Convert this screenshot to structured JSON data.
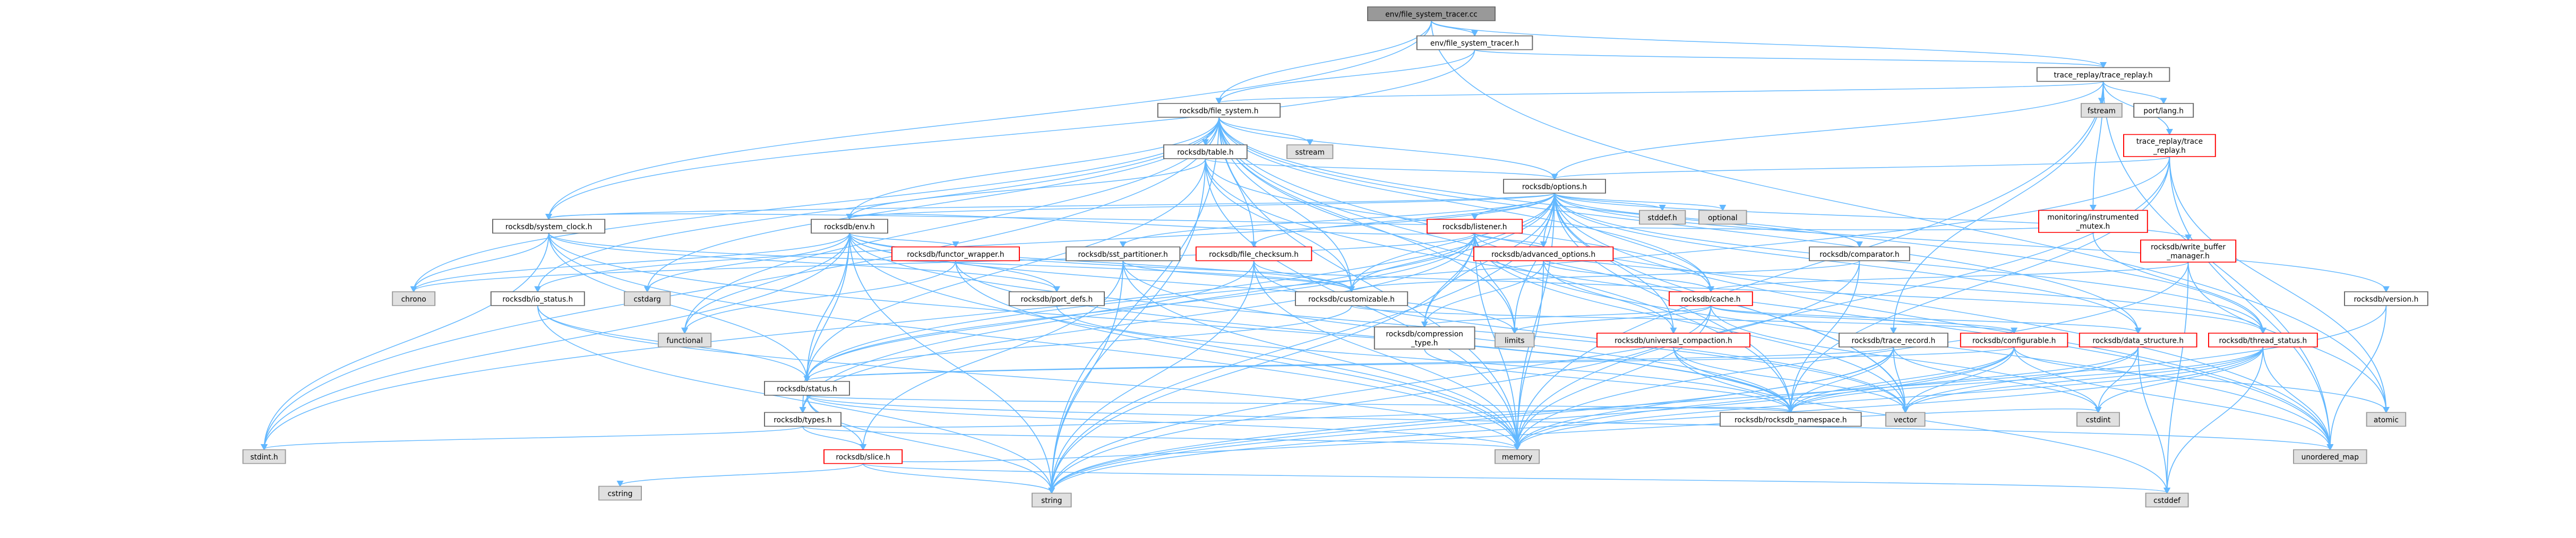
{
  "colors": {
    "edge": "#63b8ff",
    "root_fill": "#999999",
    "normal_fill": "#ffffff",
    "normal_stroke": "#666666",
    "missing_fill": "#e0e0e0",
    "missing_stroke": "#999999",
    "truncated_stroke": "#ff0000"
  },
  "nodes": [
    {
      "id": "root",
      "lines": [
        "env/file_system_tracer.cc"
      ],
      "kind": "root"
    },
    {
      "id": "fst_h",
      "lines": [
        "env/file_system_tracer.h"
      ],
      "kind": "normal"
    },
    {
      "id": "trace_replay",
      "lines": [
        "trace_replay/trace_replay.h"
      ],
      "kind": "normal"
    },
    {
      "id": "fs",
      "lines": [
        "rocksdb/file_system.h"
      ],
      "kind": "normal"
    },
    {
      "id": "fstream",
      "lines": [
        "fstream"
      ],
      "kind": "missing"
    },
    {
      "id": "port_lang",
      "lines": [
        "port/lang.h"
      ],
      "kind": "normal"
    },
    {
      "id": "tr_trace_replay",
      "lines": [
        "trace_replay/trace",
        "_replay.h"
      ],
      "kind": "truncated"
    },
    {
      "id": "sstream",
      "lines": [
        "sstream"
      ],
      "kind": "missing"
    },
    {
      "id": "table",
      "lines": [
        "rocksdb/table.h"
      ],
      "kind": "normal"
    },
    {
      "id": "options",
      "lines": [
        "rocksdb/options.h"
      ],
      "kind": "normal"
    },
    {
      "id": "instrumented",
      "lines": [
        "monitoring/instrumented",
        "_mutex.h"
      ],
      "kind": "truncated"
    },
    {
      "id": "write_buffer",
      "lines": [
        "rocksdb/write_buffer",
        "_manager.h"
      ],
      "kind": "truncated"
    },
    {
      "id": "stddef_h",
      "lines": [
        "stddef.h"
      ],
      "kind": "missing"
    },
    {
      "id": "optional",
      "lines": [
        "optional"
      ],
      "kind": "missing"
    },
    {
      "id": "listener",
      "lines": [
        "rocksdb/listener.h"
      ],
      "kind": "truncated"
    },
    {
      "id": "system_clock",
      "lines": [
        "rocksdb/system_clock.h"
      ],
      "kind": "normal"
    },
    {
      "id": "env",
      "lines": [
        "rocksdb/env.h"
      ],
      "kind": "normal"
    },
    {
      "id": "sst_part",
      "lines": [
        "rocksdb/sst_partitioner.h"
      ],
      "kind": "normal"
    },
    {
      "id": "file_checksum",
      "lines": [
        "rocksdb/file_checksum.h"
      ],
      "kind": "truncated"
    },
    {
      "id": "adv_options",
      "lines": [
        "rocksdb/advanced_options.h"
      ],
      "kind": "truncated"
    },
    {
      "id": "comparator",
      "lines": [
        "rocksdb/comparator.h"
      ],
      "kind": "normal"
    },
    {
      "id": "version",
      "lines": [
        "rocksdb/version.h"
      ],
      "kind": "normal"
    },
    {
      "id": "io_status",
      "lines": [
        "rocksdb/io_status.h"
      ],
      "kind": "normal"
    },
    {
      "id": "chrono",
      "lines": [
        "chrono"
      ],
      "kind": "missing"
    },
    {
      "id": "cstdarg",
      "lines": [
        "cstdarg"
      ],
      "kind": "missing"
    },
    {
      "id": "functor",
      "lines": [
        "rocksdb/functor_wrapper.h"
      ],
      "kind": "truncated"
    },
    {
      "id": "port_defs",
      "lines": [
        "rocksdb/port_defs.h"
      ],
      "kind": "normal"
    },
    {
      "id": "customizable",
      "lines": [
        "rocksdb/customizable.h"
      ],
      "kind": "normal"
    },
    {
      "id": "cache",
      "lines": [
        "rocksdb/cache.h"
      ],
      "kind": "truncated"
    },
    {
      "id": "functional",
      "lines": [
        "functional"
      ],
      "kind": "missing"
    },
    {
      "id": "limits",
      "lines": [
        "limits"
      ],
      "kind": "missing"
    },
    {
      "id": "compression",
      "lines": [
        "rocksdb/compression",
        "_type.h"
      ],
      "kind": "normal"
    },
    {
      "id": "universal",
      "lines": [
        "rocksdb/universal_compaction.h"
      ],
      "kind": "truncated"
    },
    {
      "id": "trace_record",
      "lines": [
        "rocksdb/trace_record.h"
      ],
      "kind": "normal"
    },
    {
      "id": "configurable",
      "lines": [
        "rocksdb/configurable.h"
      ],
      "kind": "truncated"
    },
    {
      "id": "data_structure",
      "lines": [
        "rocksdb/data_structure.h"
      ],
      "kind": "truncated"
    },
    {
      "id": "thread_status",
      "lines": [
        "rocksdb/thread_status.h"
      ],
      "kind": "truncated"
    },
    {
      "id": "status",
      "lines": [
        "rocksdb/status.h"
      ],
      "kind": "normal"
    },
    {
      "id": "types",
      "lines": [
        "rocksdb/types.h"
      ],
      "kind": "normal"
    },
    {
      "id": "rocksdb_ns",
      "lines": [
        "rocksdb/rocksdb_namespace.h"
      ],
      "kind": "normal"
    },
    {
      "id": "vector",
      "lines": [
        "vector"
      ],
      "kind": "missing"
    },
    {
      "id": "cstdint",
      "lines": [
        "cstdint"
      ],
      "kind": "missing"
    },
    {
      "id": "atomic",
      "lines": [
        "atomic"
      ],
      "kind": "missing"
    },
    {
      "id": "stdint",
      "lines": [
        "stdint.h"
      ],
      "kind": "missing"
    },
    {
      "id": "slice",
      "lines": [
        "rocksdb/slice.h"
      ],
      "kind": "truncated"
    },
    {
      "id": "memory",
      "lines": [
        "memory"
      ],
      "kind": "missing"
    },
    {
      "id": "unordered_map",
      "lines": [
        "unordered_map"
      ],
      "kind": "missing"
    },
    {
      "id": "cstring",
      "lines": [
        "cstring"
      ],
      "kind": "missing"
    },
    {
      "id": "string",
      "lines": [
        "string"
      ],
      "kind": "missing"
    },
    {
      "id": "cstddef",
      "lines": [
        "cstddef"
      ],
      "kind": "missing"
    }
  ],
  "edges": [
    [
      "root",
      "fst_h"
    ],
    [
      "root",
      "fs"
    ],
    [
      "root",
      "trace_replay"
    ],
    [
      "root",
      "system_clock"
    ],
    [
      "root",
      "atomic"
    ],
    [
      "fst_h",
      "fs"
    ],
    [
      "fst_h",
      "system_clock"
    ],
    [
      "fst_h",
      "trace_replay"
    ],
    [
      "trace_replay",
      "fs"
    ],
    [
      "trace_replay",
      "fstream"
    ],
    [
      "trace_replay",
      "port_lang"
    ],
    [
      "trace_replay",
      "tr_trace_replay"
    ],
    [
      "trace_replay",
      "options"
    ],
    [
      "trace_replay",
      "instrumented"
    ],
    [
      "trace_replay",
      "trace_record"
    ],
    [
      "trace_replay",
      "unordered_map"
    ],
    [
      "trace_replay",
      "memory"
    ],
    [
      "tr_trace_replay",
      "options"
    ],
    [
      "tr_trace_replay",
      "rocksdb_ns"
    ],
    [
      "tr_trace_replay",
      "status"
    ],
    [
      "tr_trace_replay",
      "unordered_map"
    ],
    [
      "tr_trace_replay",
      "atomic"
    ],
    [
      "tr_trace_replay",
      "memory"
    ],
    [
      "instrumented",
      "thread_status"
    ],
    [
      "instrumented",
      "system_clock"
    ],
    [
      "fs",
      "sstream"
    ],
    [
      "fs",
      "table"
    ],
    [
      "fs",
      "options"
    ],
    [
      "fs",
      "env"
    ],
    [
      "fs",
      "io_status"
    ],
    [
      "fs",
      "customizable"
    ],
    [
      "fs",
      "functional"
    ],
    [
      "fs",
      "limits"
    ],
    [
      "fs",
      "chrono"
    ],
    [
      "fs",
      "cstdarg"
    ],
    [
      "fs",
      "stdint"
    ],
    [
      "fs",
      "string"
    ],
    [
      "fs",
      "vector"
    ],
    [
      "fs",
      "memory"
    ],
    [
      "fs",
      "unordered_map"
    ],
    [
      "fs",
      "thread_status"
    ],
    [
      "fs",
      "cache"
    ],
    [
      "fs",
      "rocksdb_ns"
    ],
    [
      "fs",
      "data_structure"
    ],
    [
      "fs",
      "file_checksum"
    ],
    [
      "table",
      "options"
    ],
    [
      "table",
      "env"
    ],
    [
      "table",
      "customizable"
    ],
    [
      "table",
      "cache"
    ],
    [
      "table",
      "status"
    ],
    [
      "table",
      "string"
    ],
    [
      "table",
      "memory"
    ],
    [
      "table",
      "unordered_map"
    ],
    [
      "options",
      "listener"
    ],
    [
      "options",
      "system_clock"
    ],
    [
      "options",
      "env"
    ],
    [
      "options",
      "sst_part"
    ],
    [
      "options",
      "file_checksum"
    ],
    [
      "options",
      "adv_options"
    ],
    [
      "options",
      "comparator"
    ],
    [
      "options",
      "version"
    ],
    [
      "options",
      "write_buffer"
    ],
    [
      "options",
      "stddef_h"
    ],
    [
      "options",
      "optional"
    ],
    [
      "options",
      "customizable"
    ],
    [
      "options",
      "compression"
    ],
    [
      "options",
      "universal"
    ],
    [
      "options",
      "data_structure"
    ],
    [
      "options",
      "types"
    ],
    [
      "options",
      "limits"
    ],
    [
      "options",
      "vector"
    ],
    [
      "options",
      "string"
    ],
    [
      "options",
      "memory"
    ],
    [
      "options",
      "unordered_map"
    ],
    [
      "options",
      "stdint"
    ],
    [
      "options",
      "cache"
    ],
    [
      "options",
      "rocksdb_ns"
    ],
    [
      "options",
      "io_status"
    ],
    [
      "options",
      "thread_status"
    ],
    [
      "write_buffer",
      "cache"
    ],
    [
      "write_buffer",
      "atomic"
    ],
    [
      "write_buffer",
      "cstddef"
    ],
    [
      "write_buffer",
      "memory"
    ],
    [
      "listener",
      "env"
    ],
    [
      "listener",
      "customizable"
    ],
    [
      "listener",
      "compression"
    ],
    [
      "listener",
      "adv_options"
    ],
    [
      "listener",
      "types"
    ],
    [
      "listener",
      "thread_status"
    ],
    [
      "listener",
      "status"
    ],
    [
      "listener",
      "chrono"
    ],
    [
      "listener",
      "limits"
    ],
    [
      "listener",
      "memory"
    ],
    [
      "listener",
      "string"
    ],
    [
      "listener",
      "unordered_map"
    ],
    [
      "listener",
      "vector"
    ],
    [
      "system_clock",
      "customizable"
    ],
    [
      "system_clock",
      "port_defs"
    ],
    [
      "system_clock",
      "rocksdb_ns"
    ],
    [
      "system_clock",
      "status"
    ],
    [
      "system_clock",
      "chrono"
    ],
    [
      "system_clock",
      "stdint"
    ],
    [
      "system_clock",
      "memory"
    ],
    [
      "env",
      "functor"
    ],
    [
      "env",
      "port_defs"
    ],
    [
      "env",
      "customizable"
    ],
    [
      "env",
      "status"
    ],
    [
      "env",
      "thread_status"
    ],
    [
      "env",
      "types"
    ],
    [
      "env",
      "cstdarg"
    ],
    [
      "env",
      "functional"
    ],
    [
      "env",
      "limits"
    ],
    [
      "env",
      "memory"
    ],
    [
      "env",
      "string"
    ],
    [
      "env",
      "vector"
    ],
    [
      "env",
      "stdint"
    ],
    [
      "env",
      "chrono"
    ],
    [
      "sst_part",
      "customizable"
    ],
    [
      "sst_part",
      "rocksdb_ns"
    ],
    [
      "sst_part",
      "slice"
    ],
    [
      "sst_part",
      "memory"
    ],
    [
      "sst_part",
      "string"
    ],
    [
      "file_checksum",
      "customizable"
    ],
    [
      "file_checksum",
      "status"
    ],
    [
      "file_checksum",
      "memory"
    ],
    [
      "file_checksum",
      "string"
    ],
    [
      "file_checksum",
      "vector"
    ],
    [
      "file_checksum",
      "cassert_skip"
    ],
    [
      "adv_options",
      "cache"
    ],
    [
      "adv_options",
      "compression"
    ],
    [
      "adv_options",
      "universal"
    ],
    [
      "adv_options",
      "memory"
    ],
    [
      "comparator",
      "customizable"
    ],
    [
      "comparator",
      "rocksdb_ns"
    ],
    [
      "comparator",
      "string"
    ],
    [
      "version",
      "string"
    ],
    [
      "version",
      "unordered_map"
    ],
    [
      "io_status",
      "status"
    ],
    [
      "io_status",
      "string"
    ],
    [
      "io_status",
      "memory"
    ],
    [
      "functor",
      "functional"
    ],
    [
      "functor",
      "memory"
    ],
    [
      "functor",
      "rocksdb_ns"
    ],
    [
      "port_defs",
      "rocksdb_ns"
    ],
    [
      "customizable",
      "configurable"
    ],
    [
      "customizable",
      "status"
    ],
    [
      "cache",
      "compression"
    ],
    [
      "cache",
      "configurable"
    ],
    [
      "cache",
      "data_structure"
    ],
    [
      "cache",
      "memory"
    ],
    [
      "cache",
      "limits"
    ],
    [
      "cache",
      "cstdint"
    ],
    [
      "cache",
      "string"
    ],
    [
      "compression",
      "rocksdb_ns"
    ],
    [
      "universal",
      "rocksdb_ns"
    ],
    [
      "universal",
      "vector"
    ],
    [
      "universal",
      "cstddef"
    ],
    [
      "universal",
      "climits_skip"
    ],
    [
      "trace_record",
      "rocksdb_ns"
    ],
    [
      "trace_record",
      "status"
    ],
    [
      "trace_record",
      "memory"
    ],
    [
      "trace_record",
      "string"
    ],
    [
      "trace_record",
      "vector"
    ],
    [
      "trace_record",
      "cstdint"
    ],
    [
      "configurable",
      "rocksdb_ns"
    ],
    [
      "configurable",
      "status"
    ],
    [
      "configurable",
      "memory"
    ],
    [
      "configurable",
      "string"
    ],
    [
      "configurable",
      "vector"
    ],
    [
      "configurable",
      "atomic"
    ],
    [
      "configurable",
      "unordered_map"
    ],
    [
      "data_structure",
      "rocksdb_ns"
    ],
    [
      "data_structure",
      "vector"
    ],
    [
      "data_structure",
      "cstdint"
    ],
    [
      "data_structure",
      "cstddef"
    ],
    [
      "data_structure",
      "assert_skip"
    ],
    [
      "thread_status",
      "rocksdb_ns"
    ],
    [
      "thread_status",
      "cstdint"
    ],
    [
      "thread_status",
      "cstddef"
    ],
    [
      "thread_status",
      "string"
    ],
    [
      "thread_status",
      "vector"
    ],
    [
      "thread_status",
      "memory"
    ],
    [
      "thread_status",
      "unordered_map"
    ],
    [
      "status",
      "rocksdb_ns"
    ],
    [
      "status",
      "slice"
    ],
    [
      "status",
      "memory"
    ],
    [
      "status",
      "string"
    ],
    [
      "status",
      "unordered_map"
    ],
    [
      "types",
      "rocksdb_ns"
    ],
    [
      "types",
      "slice"
    ],
    [
      "types",
      "stdint"
    ],
    [
      "types",
      "memory"
    ],
    [
      "slice",
      "cstring"
    ],
    [
      "slice",
      "string"
    ],
    [
      "slice",
      "cstddef"
    ],
    [
      "slice",
      "cstdint"
    ]
  ]
}
